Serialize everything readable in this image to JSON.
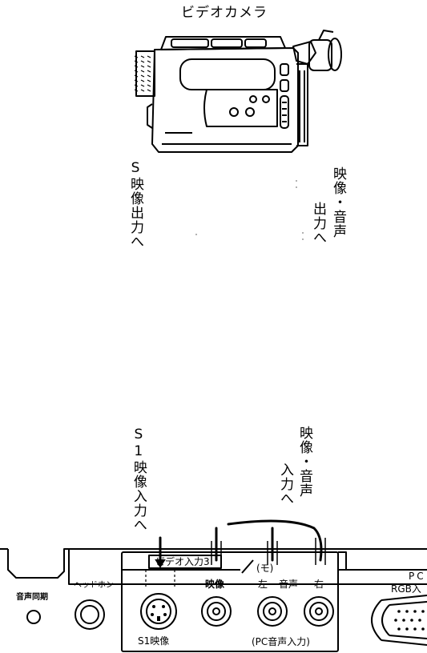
{
  "camera": {
    "title": "ビデオカメラ"
  },
  "camera_labels": {
    "s_video_out": "S映像出力へ",
    "av_out_line1": "映像・音声",
    "av_out_line2": "出力へ"
  },
  "panel_labels": {
    "s1_video_in": "S1映像入力へ",
    "av_in_line1": "映像・音声",
    "av_in_line2": "入力へ"
  },
  "panel": {
    "headphone_sync": "音声同期",
    "headphone": "ヘッドホン",
    "video_input3": "ビデオ入力3",
    "video": "映像",
    "left": "左",
    "mono": "(モ)",
    "audio": "音声",
    "right": "右",
    "s1_video": "S1映像",
    "pc_audio_input": "(PC音声入力)",
    "pc": "PC",
    "rgb": "RGB入"
  }
}
